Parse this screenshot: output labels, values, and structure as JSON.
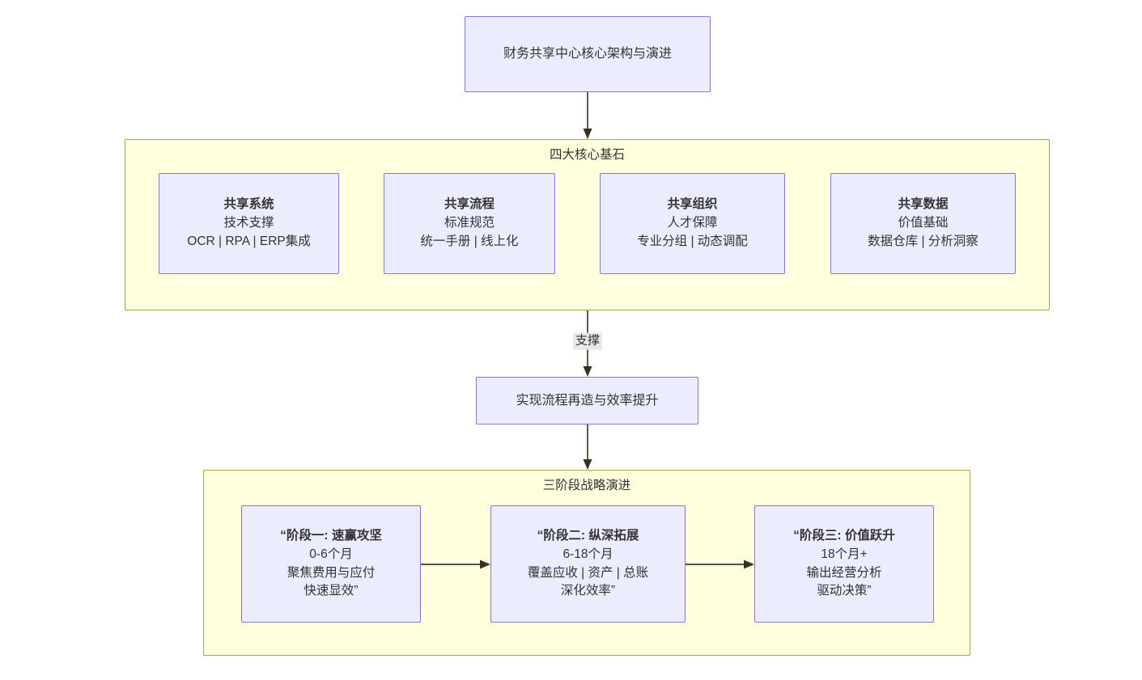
{
  "diagram": {
    "title_node": {
      "label": "财务共享中心核心架构与演进"
    },
    "middle_node": {
      "label": "实现流程再造与效率提升"
    },
    "edge_labels": {
      "support": "支撑"
    },
    "clusters": [
      {
        "id": "four-cornerstones",
        "label": "四大核心基石",
        "nodes": [
          {
            "id": "shared-system",
            "title": "共享系统",
            "line2": "技术支撑",
            "line3": "OCR | RPA | ERP集成"
          },
          {
            "id": "shared-process",
            "title": "共享流程",
            "line2": "标准规范",
            "line3": "统一手册 | 线上化"
          },
          {
            "id": "shared-organization",
            "title": "共享组织",
            "line2": "人才保障",
            "line3": "专业分组 | 动态调配"
          },
          {
            "id": "shared-data",
            "title": "共享数据",
            "line2": "价值基础",
            "line3": "数据仓库 | 分析洞察"
          }
        ]
      },
      {
        "id": "three-phase-evolution",
        "label": "三阶段战略演进",
        "nodes": [
          {
            "id": "phase-one",
            "title": "“阶段一: 速赢攻坚",
            "line2": "0-6个月",
            "line3": "聚焦费用与应付",
            "line4": "快速显效”"
          },
          {
            "id": "phase-two",
            "title": "“阶段二: 纵深拓展",
            "line2": "6-18个月",
            "line3": "覆盖应收 | 资产 | 总账",
            "line4": "深化效率”"
          },
          {
            "id": "phase-three",
            "title": "“阶段三: 价值跃升",
            "line2": "18个月+",
            "line3": "输出经营分析",
            "line4": "驱动决策”"
          }
        ]
      }
    ],
    "colors": {
      "node_fill": "#ECECFF",
      "node_stroke": "#9370DB",
      "cluster_fill": "#FFFFDE",
      "cluster_stroke": "#AAAA33",
      "edge_stroke": "#555544",
      "edge_label_bg": "#E8E8E8",
      "text": "#333333"
    }
  }
}
